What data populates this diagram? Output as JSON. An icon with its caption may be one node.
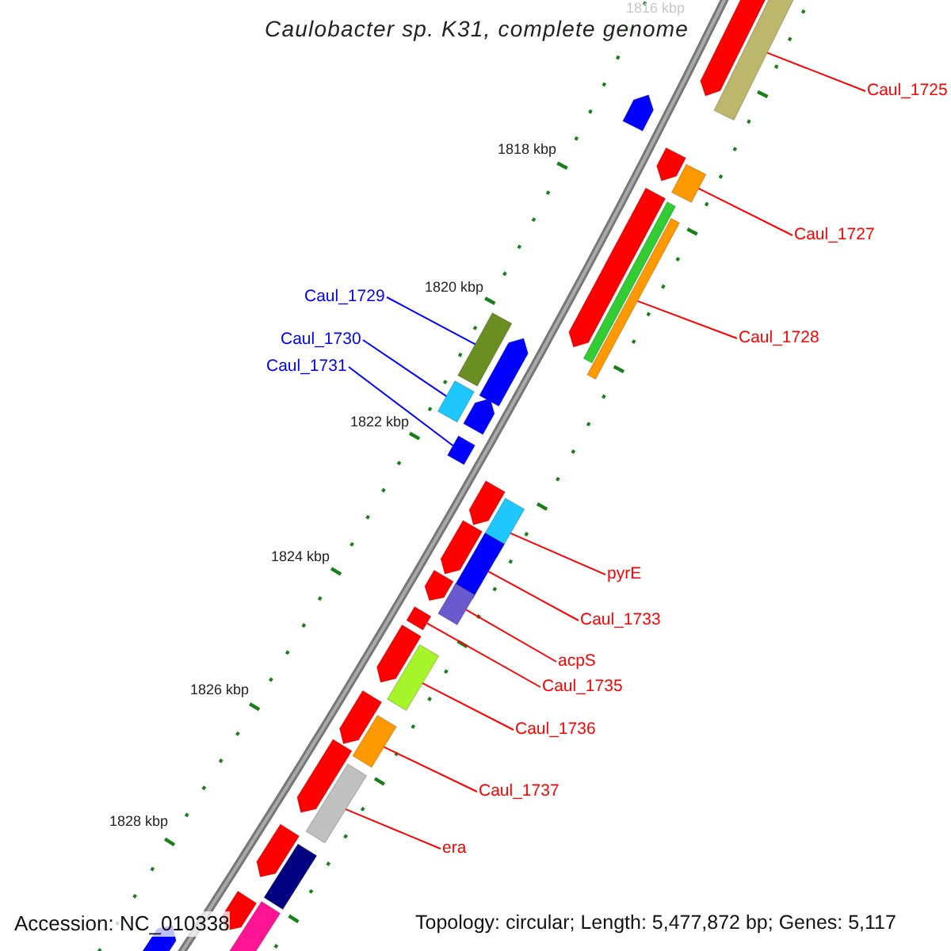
{
  "diagram": {
    "title": "Caulobacter sp. K31, complete genome",
    "nodes": [
      {
        "text": [
          "Caul_1725"
        ]
      },
      {
        "text": [
          "Caul_1727"
        ]
      },
      {
        "text": [
          "Caul_1728"
        ]
      },
      {
        "text": [
          "Caul_1729"
        ]
      },
      {
        "text": [
          "Caul_1730"
        ]
      },
      {
        "text": [
          "Caul_1731"
        ]
      },
      {
        "text": [
          "pyrE"
        ]
      },
      {
        "text": [
          "Caul_1733"
        ]
      },
      {
        "text": [
          "acpS"
        ]
      },
      {
        "text": [
          "Caul_1735"
        ]
      },
      {
        "text": [
          "Caul_1736"
        ]
      },
      {
        "text": [
          "Caul_1737"
        ]
      },
      {
        "text": [
          "era"
        ]
      },
      {
        "text": [],
        "shape": "bar"
      },
      {
        "text": [],
        "shape": "bar"
      },
      {
        "text": [],
        "shape": "bar"
      },
      {
        "text": [],
        "shape": "bar"
      },
      {
        "text": [],
        "shape": "bar"
      },
      {
        "text": [],
        "shape": "bar"
      },
      {
        "text": [],
        "shape": "bar"
      },
      {
        "text": [],
        "shape": "bar"
      },
      {
        "text": [],
        "shape": "bar"
      },
      {
        "text": [],
        "shape": "bar"
      },
      {
        "text": [],
        "shape": "bar"
      },
      {
        "text": [],
        "shape": "bar"
      },
      {
        "text": [],
        "shape": "bar"
      }
    ],
    "edges": [
      {
        "from": 0,
        "to": 13,
        "arrow": "none"
      },
      {
        "from": 1,
        "to": 14,
        "arrow": "none"
      },
      {
        "from": 2,
        "to": 15,
        "arrow": "none"
      },
      {
        "from": 3,
        "to": 16,
        "arrow": "none",
        "color": "#0000ff"
      },
      {
        "from": 4,
        "to": 17,
        "arrow": "none",
        "color": "#0000ff"
      },
      {
        "from": 5,
        "to": 18,
        "arrow": "none",
        "color": "#0000ff"
      },
      {
        "from": 6,
        "to": 19,
        "arrow": "none"
      },
      {
        "from": 7,
        "to": 20,
        "arrow": "none"
      },
      {
        "from": 8,
        "to": 21,
        "arrow": "none"
      },
      {
        "from": 9,
        "to": 22,
        "arrow": "none"
      },
      {
        "from": 10,
        "to": 23,
        "arrow": "none"
      },
      {
        "from": 11,
        "to": 24,
        "arrow": "none"
      },
      {
        "from": 12,
        "to": 25,
        "arrow": "none"
      }
    ],
    "labels": [
      "1816 kbp",
      "1818 kbp",
      "1820 kbp",
      "1822 kbp",
      "1824 kbp",
      "1826 kbp",
      "1828 kbp",
      "Accession: NC_010338",
      "Topology: circular; Length: 5,477,872 bp; Genes: 5,117"
    ]
  }
}
